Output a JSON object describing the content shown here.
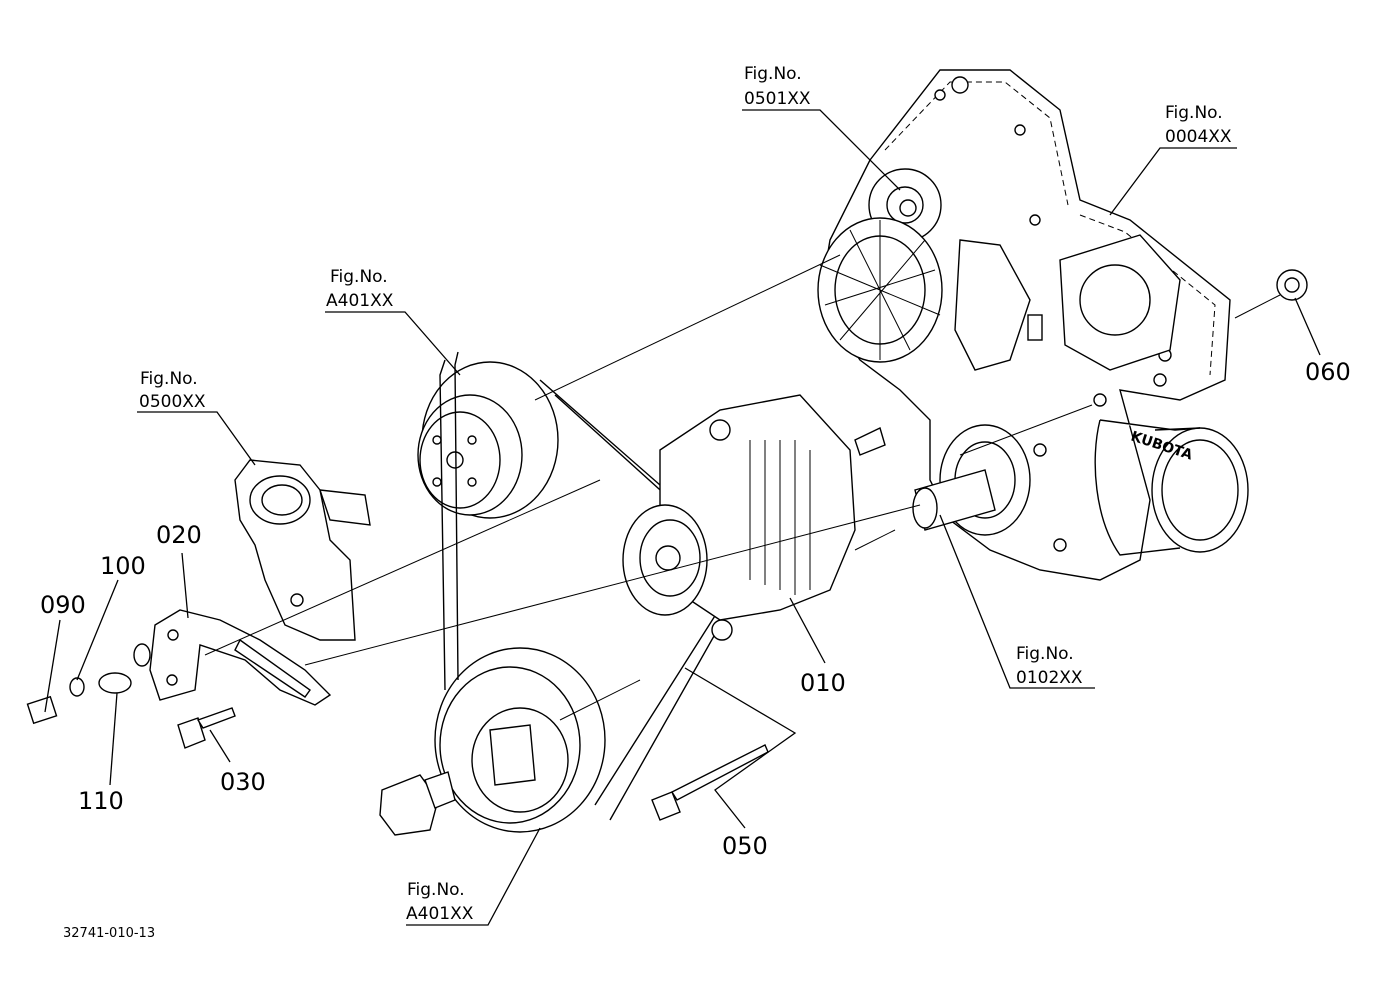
{
  "figure_refs": [
    {
      "id": "fig-0501",
      "caption": "Fig.No.",
      "code": "0501XX"
    },
    {
      "id": "fig-0004",
      "caption": "Fig.No.",
      "code": "0004XX"
    },
    {
      "id": "fig-a401-top",
      "caption": "Fig.No.",
      "code": "A401XX"
    },
    {
      "id": "fig-0500",
      "caption": "Fig.No.",
      "code": "0500XX"
    },
    {
      "id": "fig-0102",
      "caption": "Fig.No.",
      "code": "0102XX"
    },
    {
      "id": "fig-a401-bottom",
      "caption": "Fig.No.",
      "code": "A401XX"
    }
  ],
  "part_numbers": {
    "p010": "010",
    "p020": "020",
    "p030": "030",
    "p050": "050",
    "p060": "060",
    "p090": "090",
    "p100": "100",
    "p110": "110"
  },
  "drawing_id": "32741-010-13",
  "filter_brand": "KUBOTA"
}
